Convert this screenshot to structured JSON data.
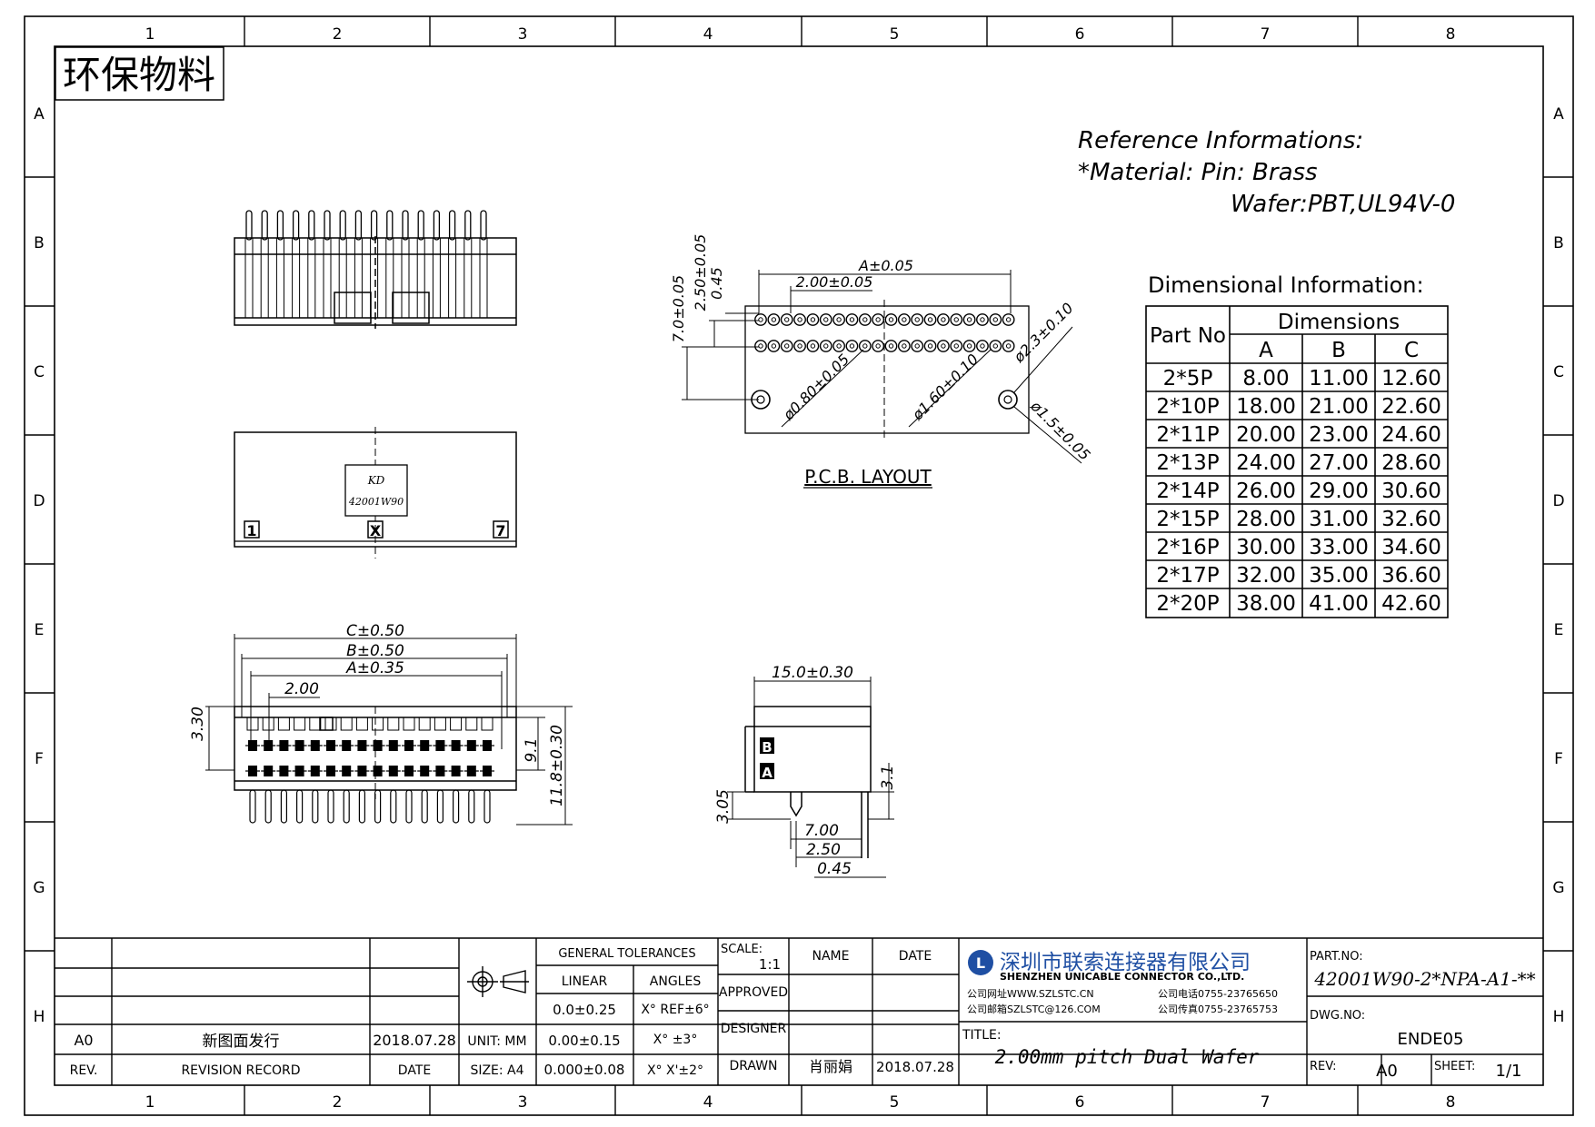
{
  "frame": {
    "columns": [
      "1",
      "2",
      "3",
      "4",
      "5",
      "6",
      "7",
      "8"
    ],
    "rows": [
      "A",
      "B",
      "C",
      "D",
      "E",
      "F",
      "G",
      "H"
    ]
  },
  "stamp": "环保物料",
  "reference": {
    "heading": "Reference Informations:",
    "material": "*Material: Pin: Brass",
    "wafer": "Wafer:PBT,UL94V-0"
  },
  "dimensional": {
    "heading": "Dimensional Information:",
    "col_part": "Part No",
    "col_group": "Dimensions",
    "col_a": "A",
    "col_b": "B",
    "col_c": "C",
    "rows": [
      [
        "2*5P",
        "8.00",
        "11.00",
        "12.60"
      ],
      [
        "2*10P",
        "18.00",
        "21.00",
        "22.60"
      ],
      [
        "2*11P",
        "20.00",
        "23.00",
        "24.60"
      ],
      [
        "2*13P",
        "24.00",
        "27.00",
        "28.60"
      ],
      [
        "2*14P",
        "26.00",
        "29.00",
        "30.60"
      ],
      [
        "2*15P",
        "28.00",
        "31.00",
        "32.60"
      ],
      [
        "2*16P",
        "30.00",
        "33.00",
        "34.60"
      ],
      [
        "2*17P",
        "32.00",
        "35.00",
        "36.60"
      ],
      [
        "2*20P",
        "38.00",
        "41.00",
        "42.60"
      ]
    ]
  },
  "top_view": {
    "brand": "KD",
    "model": "42001W90",
    "pin1": "1",
    "pin_mid": "X",
    "pin_last": "7"
  },
  "pcb": {
    "title": "P.C.B. LAYOUT",
    "dim_a": "A±0.05",
    "dim_pitch": "2.00±0.05",
    "dim_70": "7.0±0.05",
    "dim_250": "2.50±0.05",
    "dim_045": "0.45",
    "dim_hole1": "ø0.80±0.05",
    "dim_hole2": "ø1.60±0.10",
    "dim_hole3": "ø2.3±0.10",
    "dim_hole4": "ø1.5±0.05"
  },
  "front": {
    "dim_c": "C±0.50",
    "dim_b": "B±0.50",
    "dim_a": "A±0.35",
    "dim_200": "2.00",
    "dim_330": "3.30",
    "dim_91": "9.1",
    "dim_118": "11.8±0.30"
  },
  "side": {
    "dim_150": "15.0±0.30",
    "dim_305": "3.05",
    "dim_31": "3.1",
    "dim_700": "7.00",
    "dim_250": "2.50",
    "dim_045": "0.45",
    "label_b": "B",
    "label_a": "A"
  },
  "title_block": {
    "rev_code": "A0",
    "rev_text": "新图面发行",
    "rev_date": "2018.07.28",
    "hdr_rev": "REV.",
    "hdr_record": "REVISION RECORD",
    "hdr_date": "DATE",
    "unit": "UNIT: MM",
    "size": "SIZE: A4",
    "tol_title": "GENERAL TOLERANCES",
    "linear": "LINEAR",
    "angles": "ANGLES",
    "tol1": "0.0±0.25",
    "tol2": "0.00±0.15",
    "tol3": "0.000±0.08",
    "ang1": "X° REF±6°",
    "ang2": "X° ±3°",
    "ang3": "X° X'±2°",
    "scale_label": "SCALE:",
    "scale_value": "1:1",
    "approved": "APPROVED",
    "designer": "DESIGNER",
    "drawn": "DRAWN",
    "name": "NAME",
    "date": "DATE",
    "drawn_name": "肖丽娟",
    "drawn_date": "2018.07.28",
    "company_cn": "深圳市联索连接器有限公司",
    "company_en": "SHENZHEN UNICABLE CONNECTOR CO.,LTD.",
    "web": "公司网址WWW.SZLSTC.CN",
    "email": "公司邮箱SZLSTC@126.COM",
    "tel": "公司电话0755-23765650",
    "fax": "公司传真0755-23765753",
    "title_label": "TITLE:",
    "title": "2.00mm pitch Dual Wafer",
    "part_label": "PART.NO:",
    "part_no": "42001W90-2*NPA-A1-**",
    "dwg_label": "DWG.NO:",
    "dwg_no": "ENDE05",
    "rev_label": "REV:",
    "rev_value": "A0",
    "sheet_label": "SHEET:",
    "sheet_value": "1/1"
  }
}
